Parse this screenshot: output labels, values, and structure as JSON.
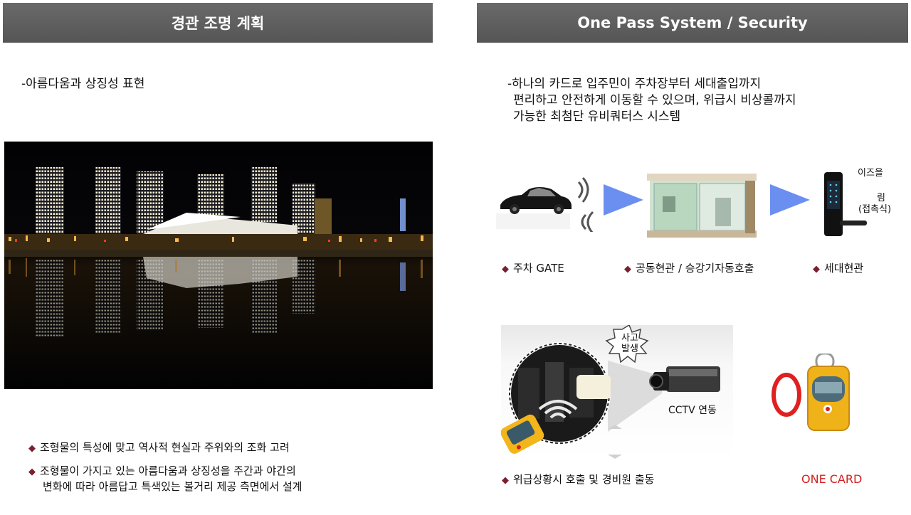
{
  "left": {
    "header": "경관 조명 계획",
    "intro": "-아름다움과 상징성 표현",
    "bullets": [
      "조형물의 특성에 맞고 역사적 현실과 주위와의 조화 고려",
      "조형물이 가지고 있는 아름다움과 상징성을 주간과 야간의",
      "변화에 따라 아름답고 특색있는 볼거리 제공 측면에서 설계"
    ]
  },
  "right": {
    "header": "One Pass System / Security",
    "intro": [
      "-하나의 카드로 입주민이 주차장부터 세대출입까지",
      "편리하고 안전하게 이동할 수 있으며, 위급시 비상콜까지",
      "가능한 최첨단 유비쿼터스 시스템"
    ],
    "doorlock_text": [
      "이즈을",
      "림",
      "(접촉식)"
    ],
    "flow_labels": [
      "주차 GATE",
      "공동현관 / 승강기자동호출",
      "세대현관"
    ],
    "cctv_label": "CCTV 연동",
    "accident_label": [
      "사고",
      "발생"
    ],
    "emergency_label": "위급상황시 호출 및 경비원 출동",
    "one_card": "ONE CARD"
  },
  "colors": {
    "header_bg": "#5e5e5e",
    "bullet_diamond": "#7a1f2f",
    "arrow": "#6b8ff0",
    "one_card_red": "#d42020"
  }
}
